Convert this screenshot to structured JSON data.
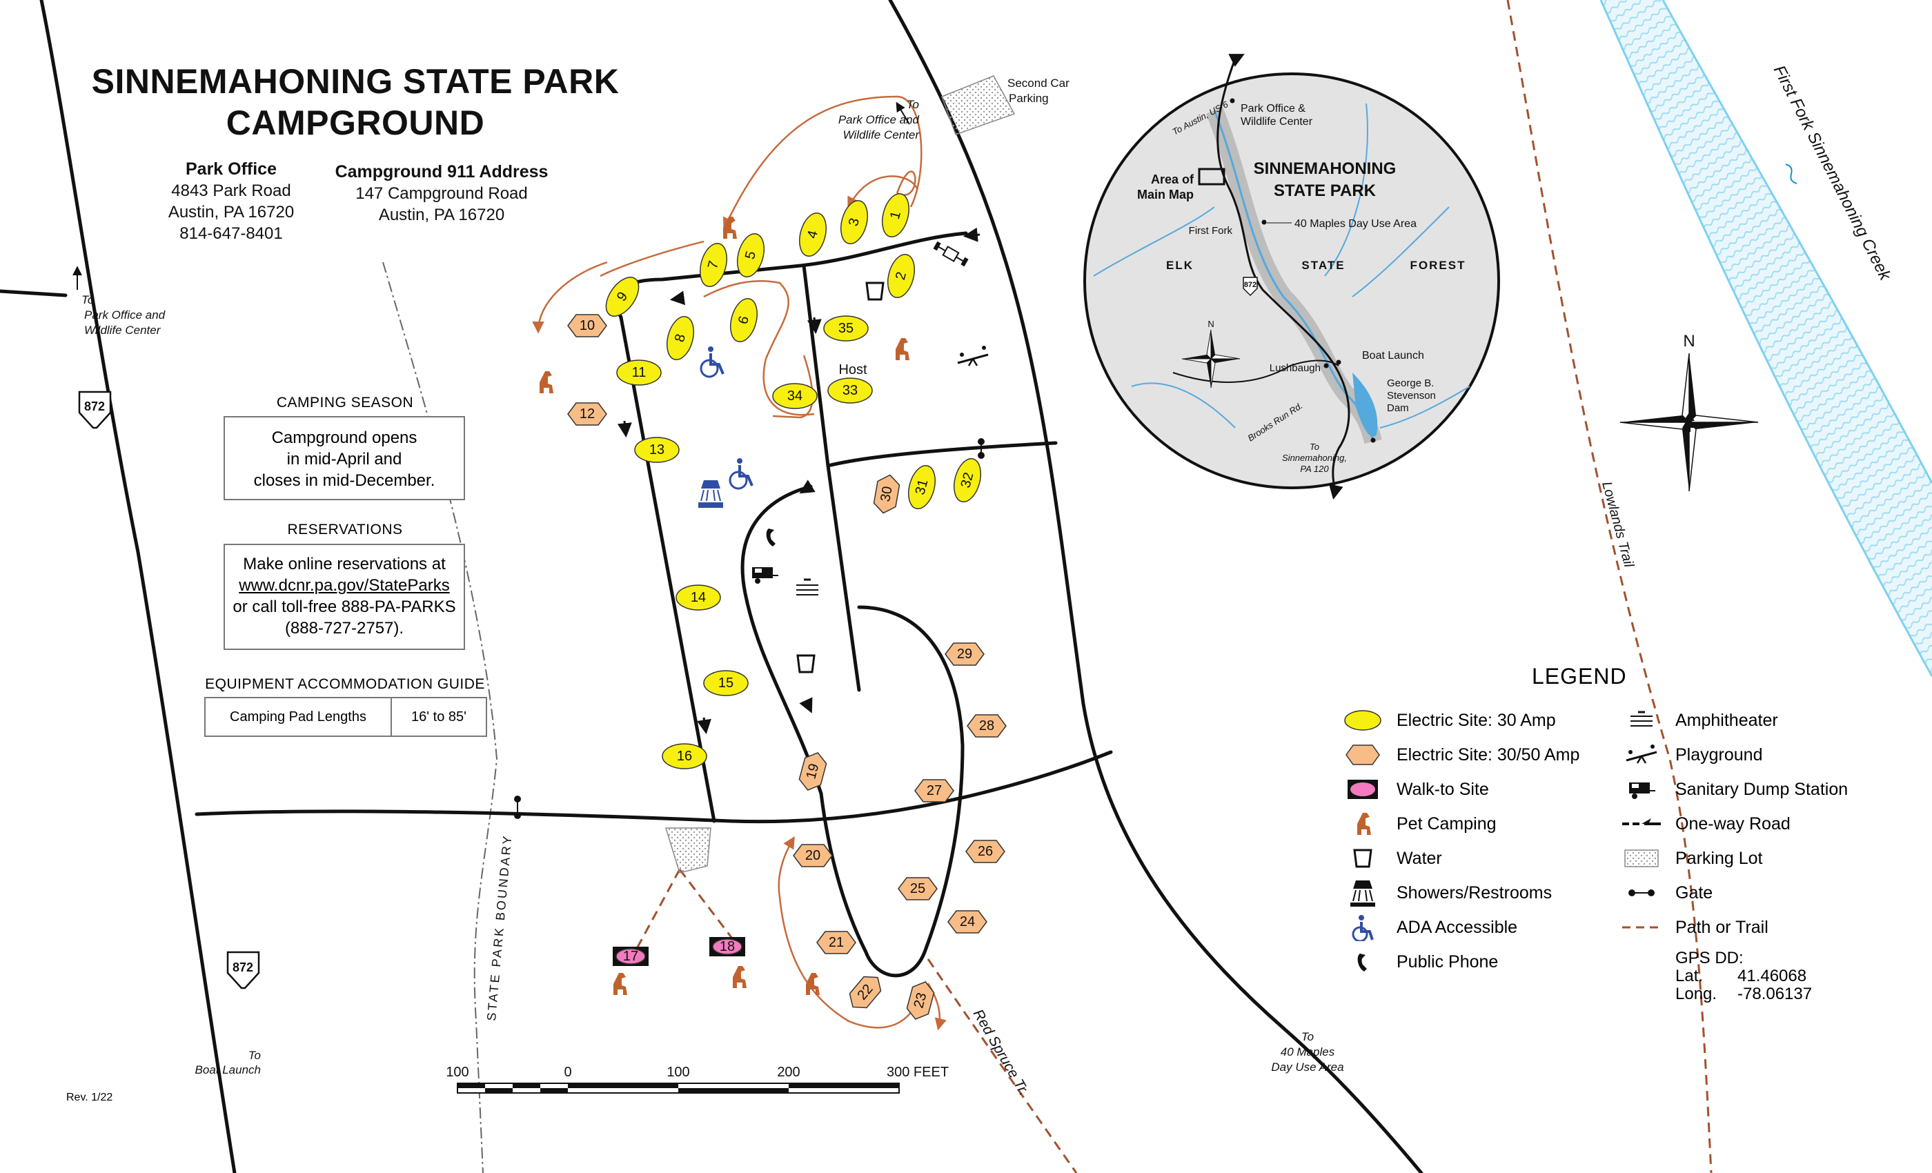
{
  "map": {
    "title_line1": "SINNEMAHONING STATE PARK",
    "title_line2": "CAMPGROUND",
    "revision": "Rev. 1/22",
    "park_office": {
      "heading": "Park Office",
      "street": "4843 Park Road",
      "city": "Austin, PA 16720",
      "phone": "814-647-8401"
    },
    "campground_address": {
      "heading": "Campground 911 Address",
      "street": "147 Campground Road",
      "city": "Austin, PA 16720"
    },
    "camping_season": {
      "heading": "CAMPING SEASON",
      "line1": "Campground opens",
      "line2": "in mid-April and",
      "line3": "closes in mid-December."
    },
    "reservations": {
      "heading": "RESERVATIONS",
      "line1": "Make online reservations at",
      "link": "www.dcnr.pa.gov/StateParks",
      "line3": "or call toll-free 888-PA-PARKS",
      "line4": "(888-727-2757)."
    },
    "equipment": {
      "heading": "EQUIPMENT ACCOMMODATION GUIDE",
      "row_label": "Camping Pad Lengths",
      "row_value": "16' to 85'"
    },
    "labels": {
      "second_car_parking_1": "Second Car",
      "second_car_parking_2": "Parking",
      "to_park_office_top_1": "To",
      "to_park_office_top_2": "Park Office and",
      "to_park_office_top_3": "Wildlife Center",
      "to_park_office_left_1": "To",
      "to_park_office_left_2": "Park Office and",
      "to_park_office_left_3": "Wildlife Center",
      "route_872": "872",
      "to_boat_launch_1": "To",
      "to_boat_launch_2": "Boat Launch",
      "to_40_maples_1": "To",
      "to_40_maples_2": "40 Maples",
      "to_40_maples_3": "Day Use Area",
      "state_park_boundary": "STATE PARK BOUNDARY",
      "red_spruce_trail": "Red Spruce Tr.",
      "lowlands_trail": "Lowlands Trail",
      "creek": "First Fork Sinnemahoning Creek",
      "host": "Host",
      "north": "N"
    },
    "scale_bar": {
      "ticks": [
        "100",
        "0",
        "100",
        "200",
        "300 FEET"
      ]
    },
    "inset": {
      "title_line1": "SINNEMAHONING",
      "title_line2": "STATE PARK",
      "area_of_main_map_1": "Area of",
      "area_of_main_map_2": "Main Map",
      "park_office_1": "Park Office &",
      "park_office_2": "Wildlife Center",
      "to_austin": "To Austin, US 6",
      "first_fork": "First Fork",
      "forty_maples": "40 Maples Day Use Area",
      "elk": "ELK",
      "state": "STATE",
      "forest": "FOREST",
      "route": "872",
      "boat_launch": "Boat Launch",
      "lushbaugh": "Lushbaugh",
      "dam_1": "George B.",
      "dam_2": "Stevenson",
      "dam_3": "Dam",
      "brooks_run": "Brooks Run Rd.",
      "to_sinnemahoning_1": "To",
      "to_sinnemahoning_2": "Sinnemahoning,",
      "to_sinnemahoning_3": "PA 120",
      "north": "N"
    }
  },
  "sites": [
    {
      "n": "1",
      "type": "30amp"
    },
    {
      "n": "3",
      "type": "30amp"
    },
    {
      "n": "4",
      "type": "30amp"
    },
    {
      "n": "5",
      "type": "30amp"
    },
    {
      "n": "7",
      "type": "30amp"
    },
    {
      "n": "9",
      "type": "30amp"
    },
    {
      "n": "10",
      "type": "3050amp"
    },
    {
      "n": "12",
      "type": "3050amp"
    },
    {
      "n": "11",
      "type": "30amp"
    },
    {
      "n": "8",
      "type": "30amp"
    },
    {
      "n": "6",
      "type": "30amp"
    },
    {
      "n": "2",
      "type": "30amp"
    },
    {
      "n": "35",
      "type": "30amp"
    },
    {
      "n": "34",
      "type": "30amp"
    },
    {
      "n": "33",
      "type": "30amp"
    },
    {
      "n": "13",
      "type": "30amp"
    },
    {
      "n": "30",
      "type": "3050amp"
    },
    {
      "n": "31",
      "type": "30amp"
    },
    {
      "n": "32",
      "type": "30amp"
    },
    {
      "n": "14",
      "type": "30amp"
    },
    {
      "n": "15",
      "type": "30amp"
    },
    {
      "n": "16",
      "type": "30amp"
    },
    {
      "n": "19",
      "type": "3050amp"
    },
    {
      "n": "29",
      "type": "3050amp"
    },
    {
      "n": "28",
      "type": "3050amp"
    },
    {
      "n": "27",
      "type": "3050amp"
    },
    {
      "n": "26",
      "type": "3050amp"
    },
    {
      "n": "25",
      "type": "3050amp"
    },
    {
      "n": "24",
      "type": "3050amp"
    },
    {
      "n": "20",
      "type": "3050amp"
    },
    {
      "n": "21",
      "type": "3050amp"
    },
    {
      "n": "22",
      "type": "3050amp"
    },
    {
      "n": "23",
      "type": "3050amp"
    },
    {
      "n": "17",
      "type": "walkto"
    },
    {
      "n": "18",
      "type": "walkto"
    }
  ],
  "legend": {
    "title": "LEGEND",
    "items_left": [
      {
        "icon": "ellipse-yellow-icon",
        "label": "Electric Site: 30 Amp"
      },
      {
        "icon": "hexagon-orange-icon",
        "label": "Electric Site: 30/50 Amp"
      },
      {
        "icon": "rect-pink-icon",
        "label": "Walk-to Site"
      },
      {
        "icon": "dog-icon",
        "label": "Pet Camping"
      },
      {
        "icon": "water-icon",
        "label": "Water"
      },
      {
        "icon": "shower-icon",
        "label": "Showers/Restrooms"
      },
      {
        "icon": "wheelchair-icon",
        "label": "ADA Accessible"
      },
      {
        "icon": "phone-icon",
        "label": "Public Phone"
      }
    ],
    "items_right": [
      {
        "icon": "amphitheater-icon",
        "label": "Amphitheater"
      },
      {
        "icon": "playground-icon",
        "label": "Playground"
      },
      {
        "icon": "dump-station-icon",
        "label": "Sanitary Dump Station"
      },
      {
        "icon": "one-way-icon",
        "label": "One-way Road"
      },
      {
        "icon": "parking-icon",
        "label": "Parking Lot"
      },
      {
        "icon": "gate-icon",
        "label": "Gate"
      },
      {
        "icon": "trail-icon",
        "label": "Path or Trail"
      }
    ],
    "gps": {
      "heading": "GPS DD:",
      "lat_label": "Lat.",
      "lat_value": "41.46068",
      "long_label": "Long.",
      "long_value": "-78.06137"
    }
  },
  "colors": {
    "site_30amp": "#f7ef10",
    "site_3050amp": "#f8bd86",
    "site_walkto": "#f27bbf",
    "pet": "#c0622e",
    "ada": "#2f4ea6",
    "host": "#d8232a",
    "water_blue": "#7fd0f0",
    "loop_arrow": "#c66a3c",
    "trail": "#a0522d"
  }
}
